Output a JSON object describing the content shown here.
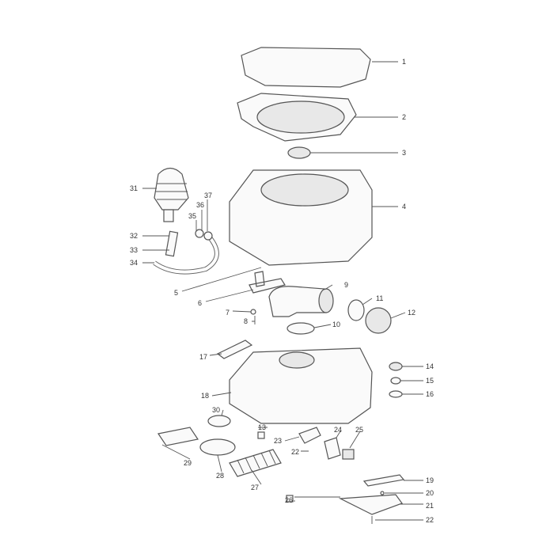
{
  "diagram": {
    "type": "exploded-parts-view",
    "labels": {
      "p1": "1",
      "p2": "2",
      "p3": "3",
      "p4": "4",
      "p5": "5",
      "p6": "6",
      "p7": "7",
      "p8": "8",
      "p9": "9",
      "p10": "10",
      "p11": "11",
      "p12": "12",
      "p13": "13",
      "p14": "14",
      "p15": "15",
      "p16": "16",
      "p17": "17",
      "p18": "18",
      "p19": "19",
      "p20": "20",
      "p21": "21",
      "p22a": "22",
      "p22b": "22",
      "p23": "23",
      "p24": "24",
      "p25": "25",
      "p26": "26",
      "p27": "27",
      "p28": "28",
      "p29": "29",
      "p30": "30",
      "p31": "31",
      "p32": "32",
      "p33": "33",
      "p34": "34",
      "p35": "35",
      "p36": "36",
      "p37": "37"
    }
  }
}
